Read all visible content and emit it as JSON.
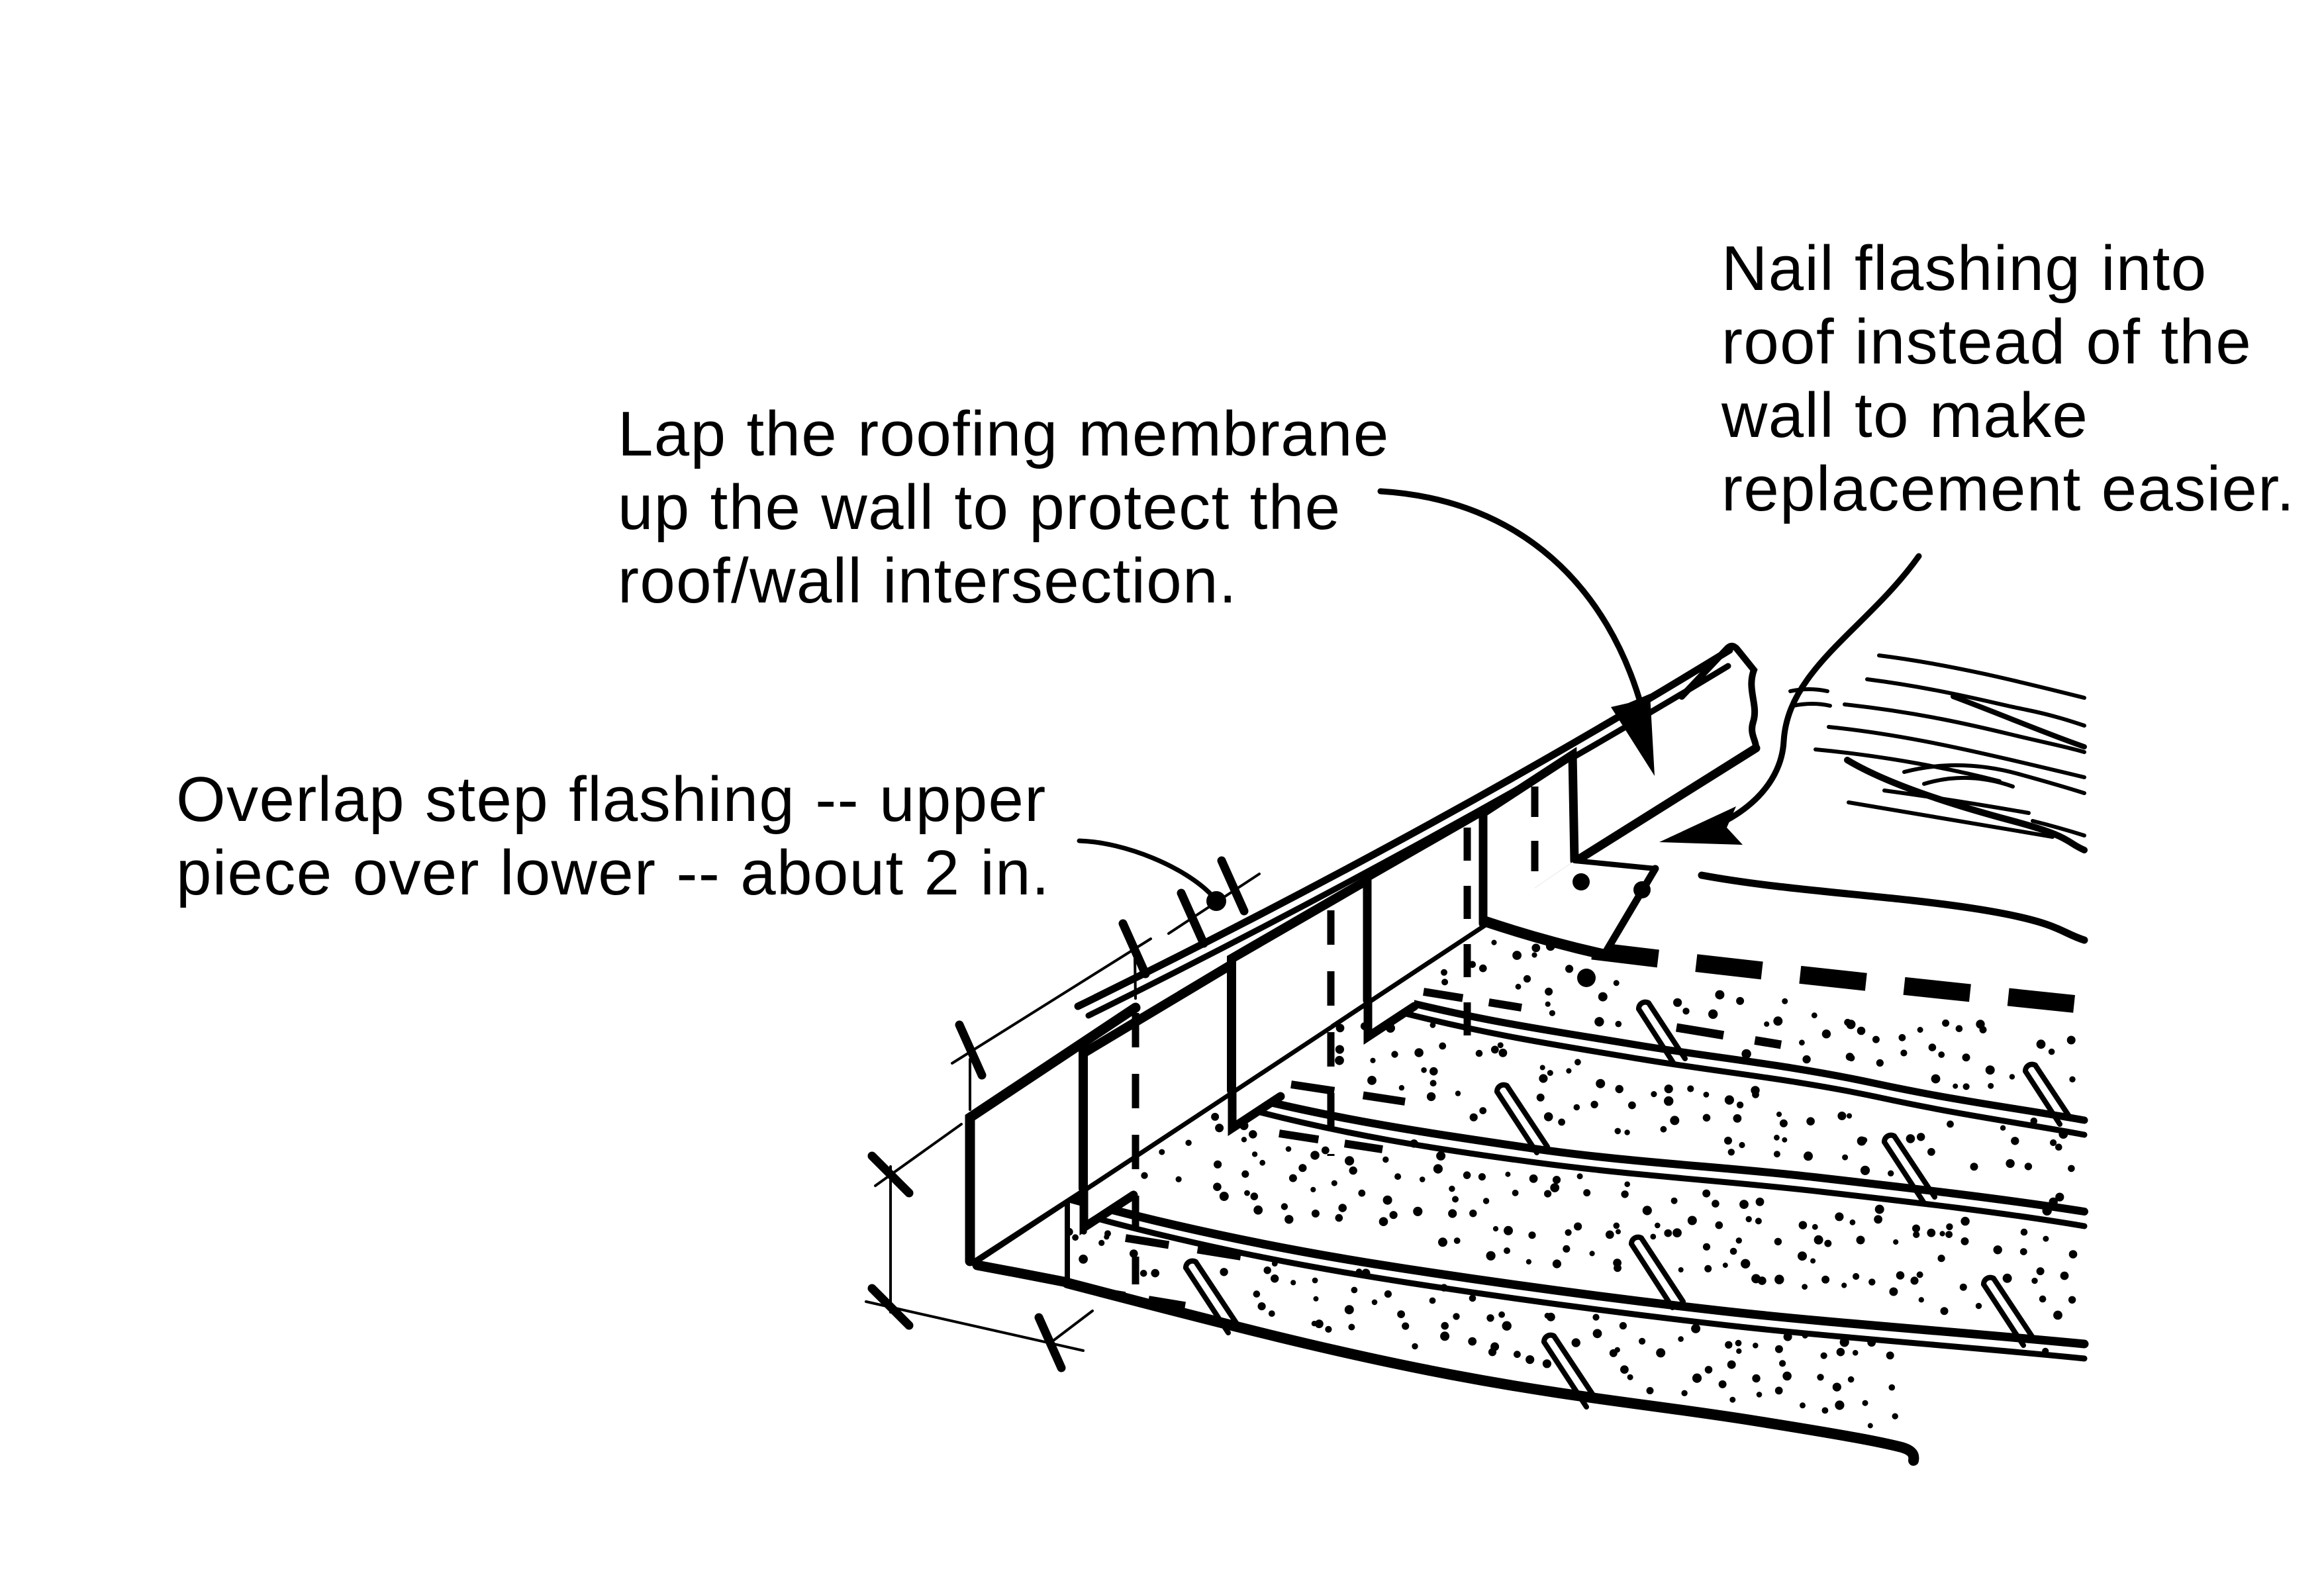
{
  "figure": {
    "type": "technical-line-diagram",
    "subject": "Step flashing at a roof/wall intersection",
    "background_color": "#ffffff",
    "ink_color": "#000000",
    "annotations": [
      {
        "id": "lap-membrane",
        "lines": [
          "Lap the roofing membrane",
          "up the wall to protect the",
          "roof/wall intersection."
        ]
      },
      {
        "id": "nail-flashing",
        "lines": [
          "Nail flashing into",
          "roof instead of the",
          "wall to make",
          "replacement easier."
        ]
      },
      {
        "id": "overlap-step",
        "lines": [
          "Overlap step flashing -- upper",
          "piece over lower -- about 2 in."
        ]
      }
    ]
  }
}
